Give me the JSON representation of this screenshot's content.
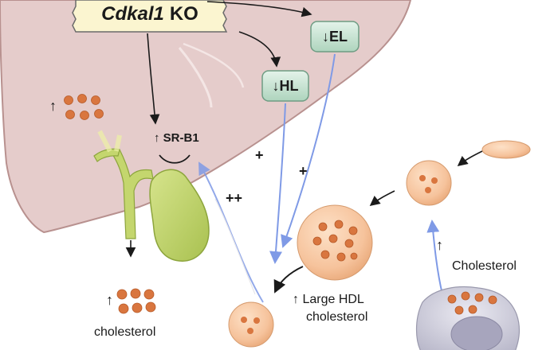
{
  "ko_label": {
    "gene": "Cdkal1",
    "suffix": "KO"
  },
  "enzymes": {
    "el": "↓EL",
    "hl": "↓HL"
  },
  "receptor": "↑ SR-B1",
  "signs": {
    "plus_1": "+",
    "plus_2": "+",
    "plus_double": "++"
  },
  "arrows": {
    "up": "↑"
  },
  "captions": {
    "cholesterol": "Cholesterol",
    "large_hdl_line1": "↑ Large HDL",
    "large_hdl_line2": "cholesterol",
    "excretion_line1": "cholesterol"
  },
  "colors": {
    "liver": "#e5cccb",
    "liver_outline": "#b8918f",
    "gallbladder": "#c4d66e",
    "ko_box": "#fbf5d0",
    "enzyme_box": "#cfe7d9",
    "particle": "#f6c39c",
    "cholesterol_dot": "#d9763f",
    "blue_arrow": "#7f9ae6",
    "cell": "#c9c8d6"
  }
}
